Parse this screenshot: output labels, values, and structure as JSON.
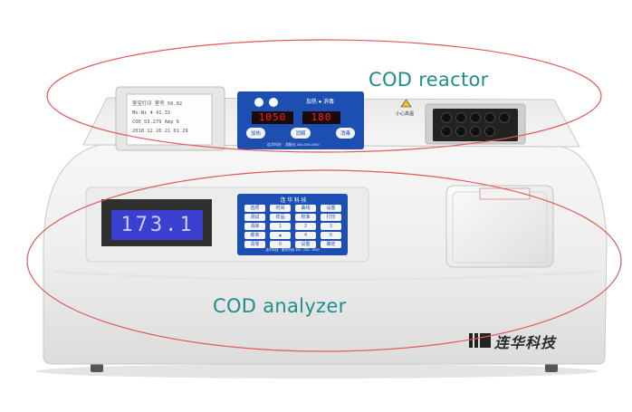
{
  "annotations": {
    "reactor_label": "COD reactor",
    "analyzer_label": "COD analyzer",
    "ellipse_color": "#e05a5a",
    "label_color": "#1f8e8a"
  },
  "reactor": {
    "printer_lines": [
      "室宝打印   室号 50.02",
      "Mn-Ni 4  41.31",
      "COD  53.279  Amp 6",
      "2018 12 26  21 01 29"
    ],
    "display_left": "1050",
    "display_right": "180",
    "display_header": "加热 ● 消毒",
    "buttons": [
      "加热",
      "消解",
      "消毒"
    ],
    "brand_line": "连华科技 · 消解仪   400-000-0000",
    "warning_text": "小心高温",
    "wells": 9
  },
  "analyzer": {
    "lcd_value": "173.1",
    "keypad_header": "连  华  科  技",
    "keys": [
      [
        "选项",
        "时间",
        "曲线",
        "设置"
      ],
      [
        "测试",
        "样品",
        "校准",
        "打印"
      ],
      [
        "清除",
        "1",
        "2",
        "3"
      ],
      [
        "菜单",
        "▲",
        "4",
        "5"
      ],
      [
        "清零",
        "0",
        "设置",
        "确定"
      ]
    ],
    "keypad_footer": "连华科技 · 服务热线 400 - 000 - 0000",
    "brand_logo": "连华科技"
  },
  "colors": {
    "panel_blue": "#1d4fb2",
    "body_white": "#f4f4f4",
    "lcd_blue": "#3b3fd0",
    "led_red": "#ff2020"
  }
}
